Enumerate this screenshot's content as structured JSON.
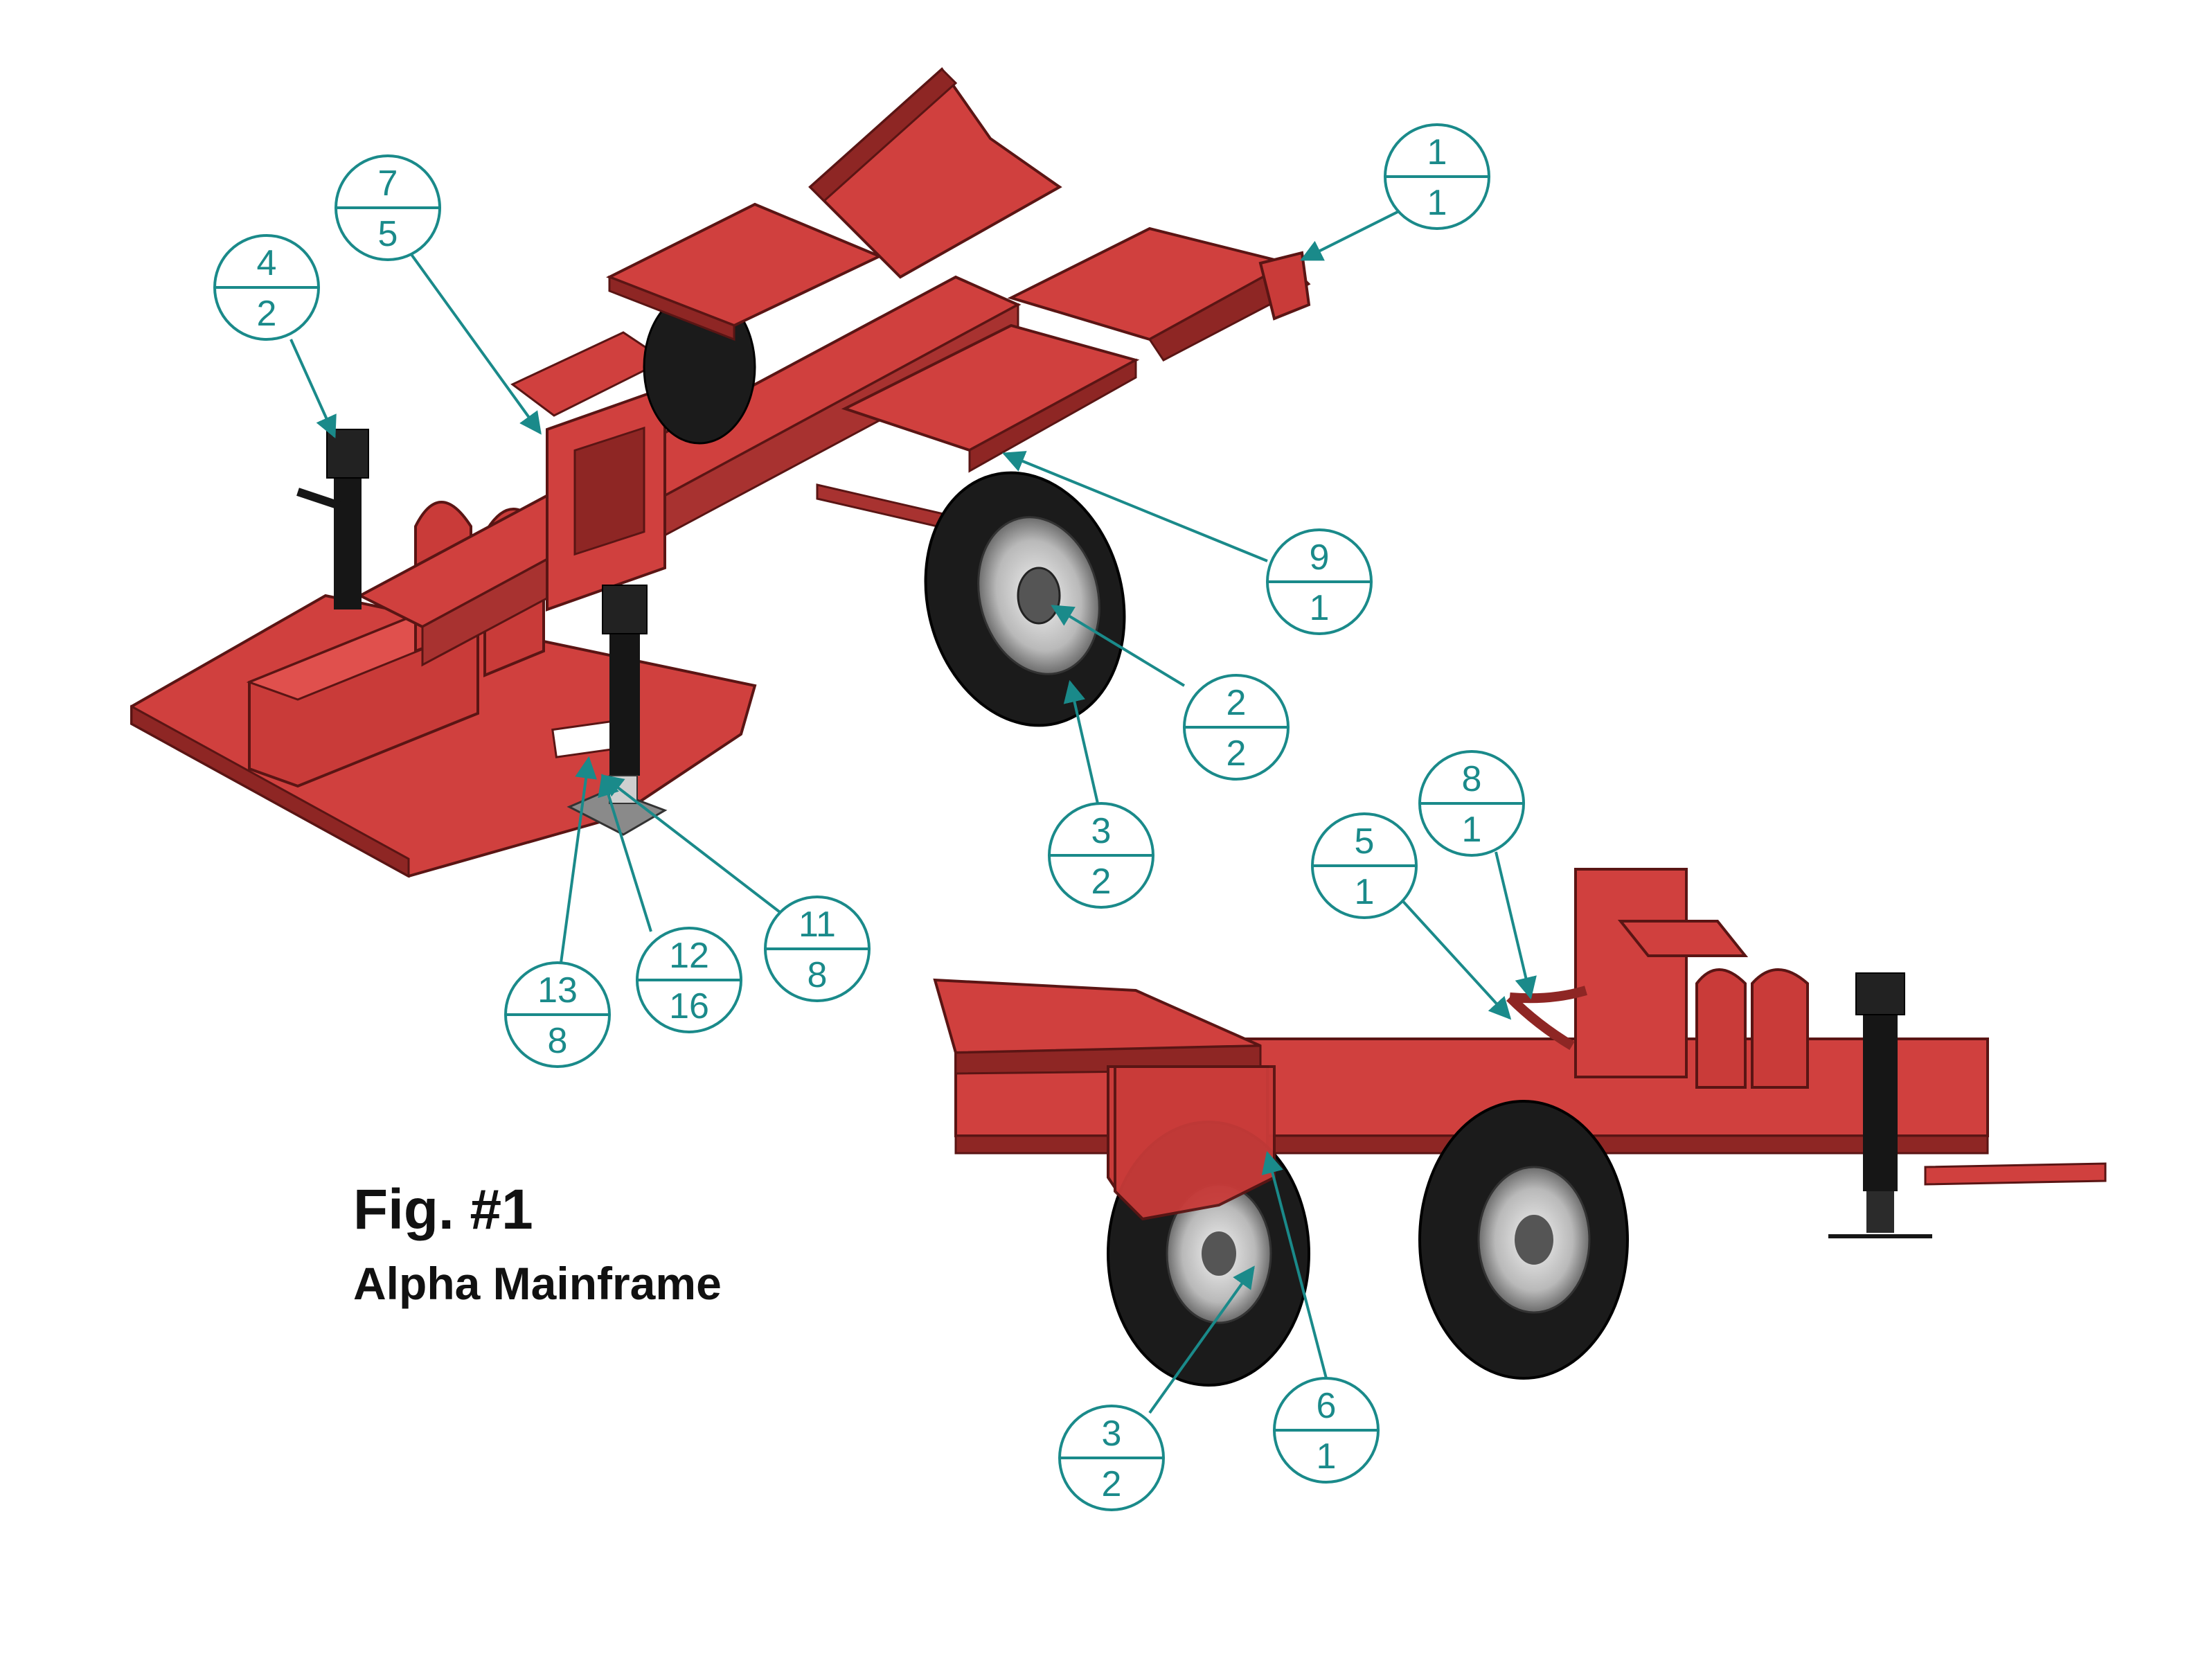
{
  "figure": {
    "title": "Fig. #1",
    "subtitle": "Alpha Mainframe"
  },
  "callouts": [
    {
      "id": "c1",
      "top": "1",
      "bottom": "1"
    },
    {
      "id": "c2",
      "top": "7",
      "bottom": "5"
    },
    {
      "id": "c3",
      "top": "4",
      "bottom": "2"
    },
    {
      "id": "c4",
      "top": "9",
      "bottom": "1"
    },
    {
      "id": "c5",
      "top": "2",
      "bottom": "2"
    },
    {
      "id": "c6",
      "top": "3",
      "bottom": "2"
    },
    {
      "id": "c7",
      "top": "11",
      "bottom": "8"
    },
    {
      "id": "c8",
      "top": "12",
      "bottom": "16"
    },
    {
      "id": "c9",
      "top": "13",
      "bottom": "8"
    },
    {
      "id": "c10",
      "top": "8",
      "bottom": "1"
    },
    {
      "id": "c11",
      "top": "5",
      "bottom": "1"
    },
    {
      "id": "c12",
      "top": "3",
      "bottom": "2"
    },
    {
      "id": "c13",
      "top": "6",
      "bottom": "1"
    }
  ],
  "colors": {
    "frame_red": "#d0403e",
    "frame_dark": "#8e2624",
    "frame_shadow": "#a83230",
    "tire_black": "#1b1b1b",
    "callout_teal": "#1a8a8a",
    "jack_black": "#161616"
  }
}
